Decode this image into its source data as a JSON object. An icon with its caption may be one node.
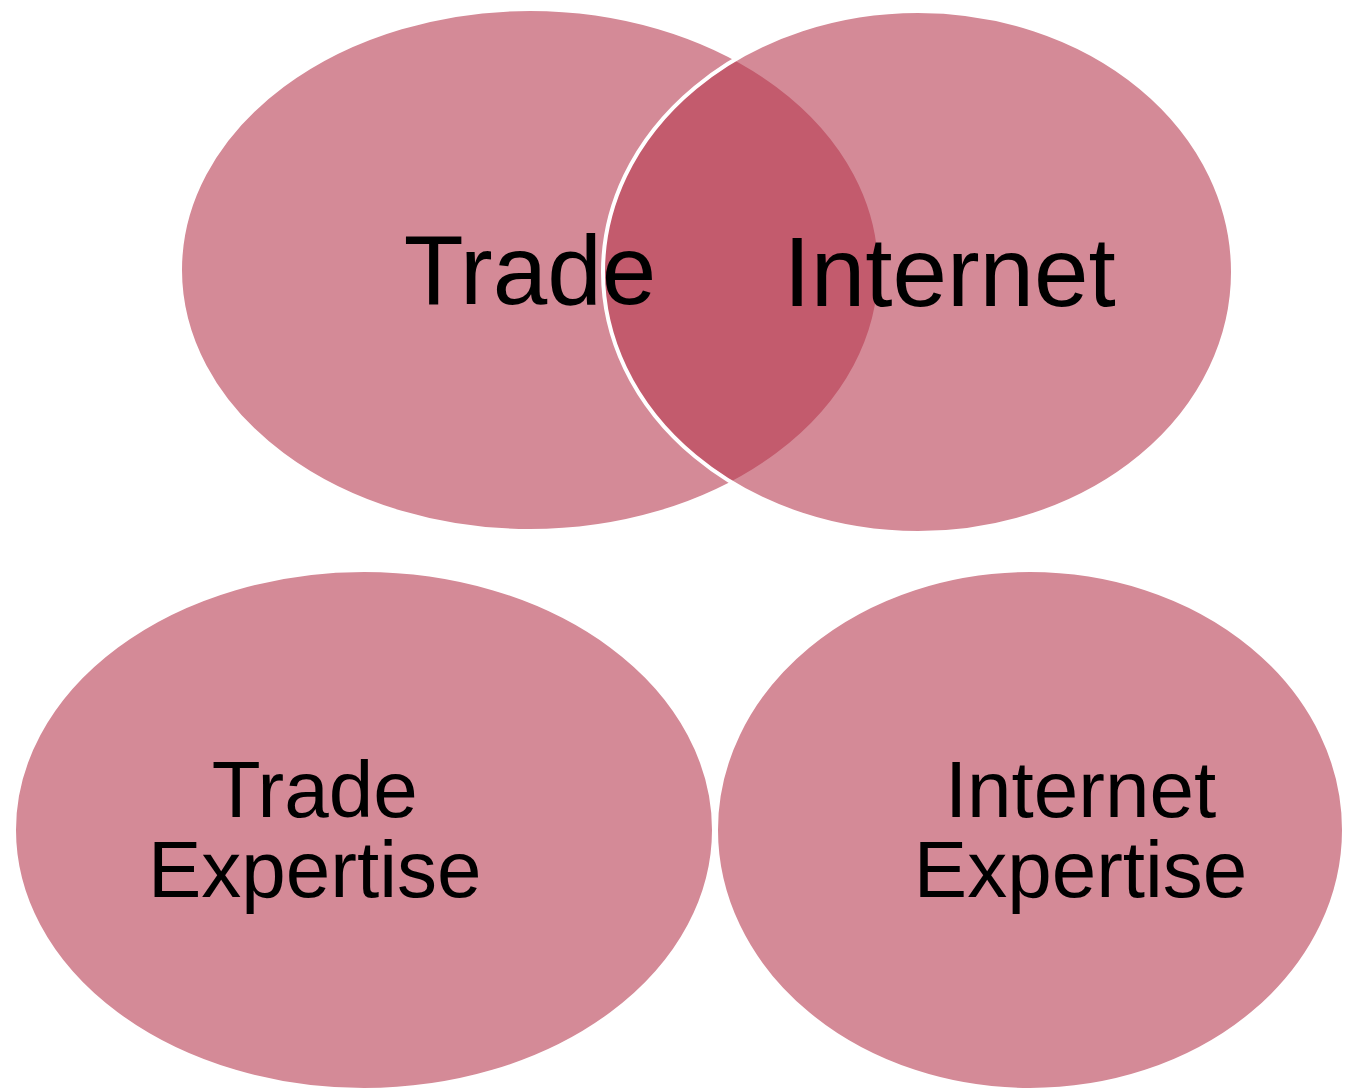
{
  "diagram": {
    "nodes": [
      {
        "text": [
          "Trade"
        ]
      },
      {
        "text": [
          "Internet"
        ]
      },
      {
        "text": [
          "Trade Expertise"
        ]
      },
      {
        "text": [
          "Internet Expertise"
        ]
      }
    ]
  }
}
